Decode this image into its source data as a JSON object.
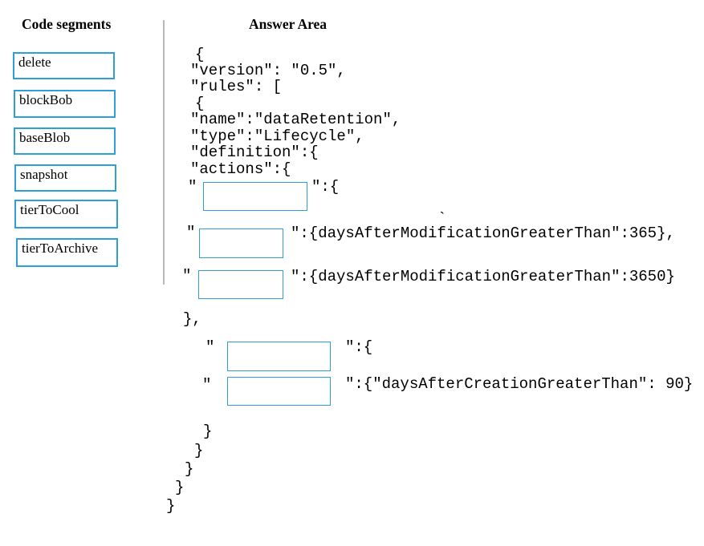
{
  "accent_color": "#2f9fd8",
  "left_panel": {
    "title": "Code segments",
    "segments": [
      "delete",
      "blockBob",
      "baseBlob",
      "snapshot",
      "tierToCool",
      "tierToArchive"
    ]
  },
  "answer_area": {
    "title": "Answer Area",
    "lines": [
      "{",
      "\"version\": \"0.5\",",
      "\"rules\": [",
      "{",
      "\"name\":\"dataRetention\",",
      "\"type\":\"Lifecycle\",",
      "\"definition\":{",
      "\"actions\":{"
    ],
    "drop_rows": [
      {
        "prefix": "\"",
        "suffix": "\":{"
      },
      {
        "prefix": "\"",
        "suffix": "\":{daysAfterModificationGreaterThan\":365},"
      },
      {
        "prefix": "\"",
        "suffix": "\":{daysAfterModificationGreaterThan\":3650}"
      },
      {
        "prefix": "\"",
        "suffix": "\":{"
      },
      {
        "prefix": "\"",
        "suffix": "\":{\"daysAfterCreationGreaterThan\": 90}"
      }
    ],
    "close_lines": [
      "},",
      "}",
      "}",
      "}",
      "}",
      "}"
    ],
    "stray_mark": "`"
  }
}
